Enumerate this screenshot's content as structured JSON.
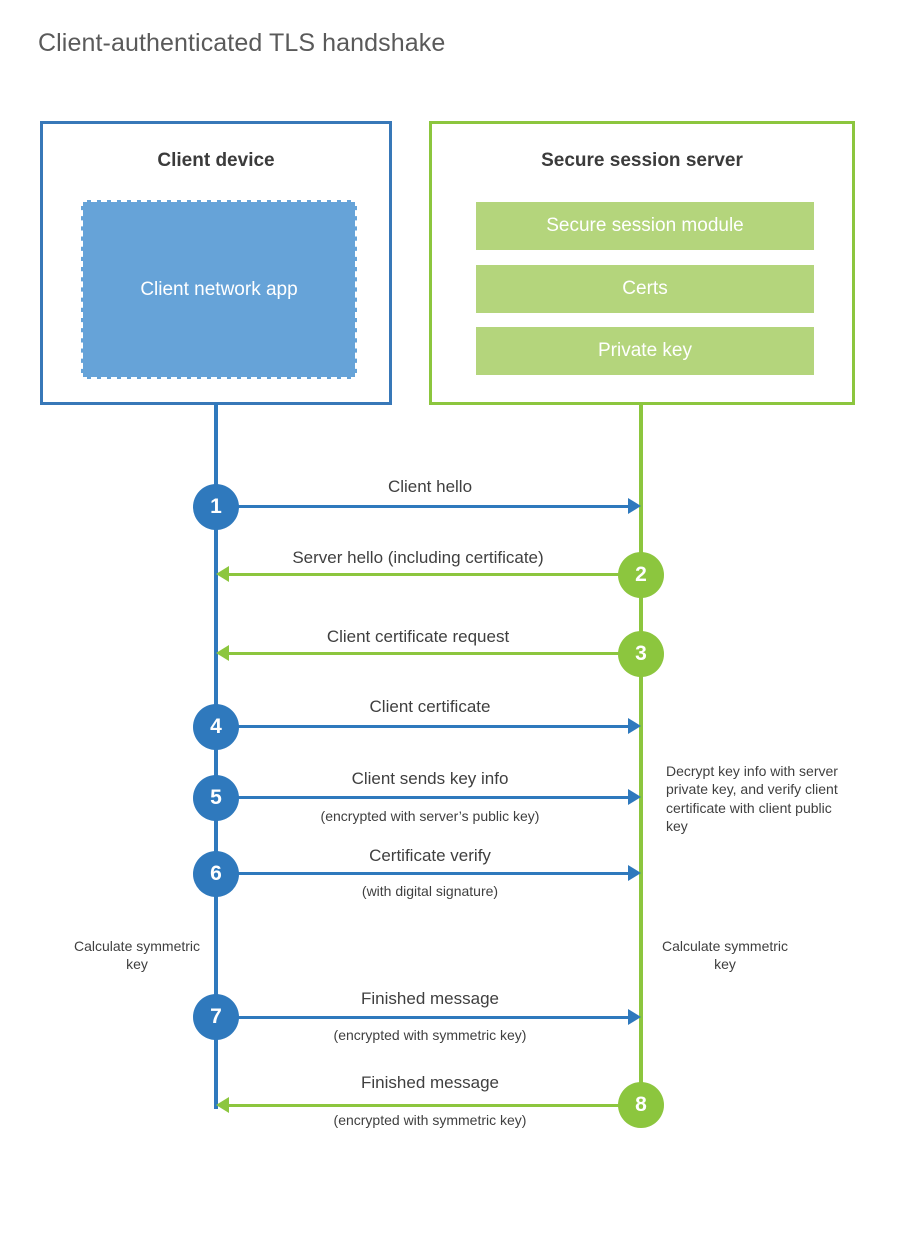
{
  "diagram": {
    "title": "Client-authenticated TLS handshake",
    "type": "sequence-diagram",
    "colors": {
      "client_blue": "#2f79bd",
      "client_app_fill": "#66a3d8",
      "server_green": "#8cc63e",
      "server_bar_fill": "#b4d57c",
      "title_gray": "#5a5a5a",
      "text_dark": "#3f3f3f",
      "background": "#ffffff"
    }
  },
  "participants": {
    "client": {
      "title": "Client device",
      "app_label": "Client network app"
    },
    "server": {
      "title": "Secure session server",
      "components": [
        "Secure session module",
        "Certs",
        "Private key"
      ]
    }
  },
  "steps": [
    {
      "number": "1",
      "label": "Client hello",
      "sub": "",
      "from": "client",
      "to": "server",
      "direction": "right",
      "color": "blue"
    },
    {
      "number": "2",
      "label": "Server hello (including certificate)",
      "sub": "",
      "from": "server",
      "to": "client",
      "direction": "left",
      "color": "green"
    },
    {
      "number": "3",
      "label": "Client certificate request",
      "sub": "",
      "from": "server",
      "to": "client",
      "direction": "left",
      "color": "green"
    },
    {
      "number": "4",
      "label": "Client certificate",
      "sub": "",
      "from": "client",
      "to": "server",
      "direction": "right",
      "color": "blue"
    },
    {
      "number": "5",
      "label": "Client sends key info",
      "sub": "(encrypted with server’s public key)",
      "from": "client",
      "to": "server",
      "direction": "right",
      "color": "blue"
    },
    {
      "number": "6",
      "label": "Certificate verify",
      "sub": "(with digital signature)",
      "from": "client",
      "to": "server",
      "direction": "right",
      "color": "blue"
    },
    {
      "number": "7",
      "label": "Finished message",
      "sub": "(encrypted with symmetric key)",
      "from": "client",
      "to": "server",
      "direction": "right",
      "color": "blue"
    },
    {
      "number": "8",
      "label": "Finished message",
      "sub": "(encrypted with symmetric key)",
      "from": "server",
      "to": "client",
      "direction": "left",
      "color": "green"
    }
  ],
  "notes": {
    "server_decrypt": "Decrypt key info with server private key, and verify client certificate with client public key",
    "client_calculate": "Calculate symmetric key",
    "server_calculate": "Calculate symmetric key"
  }
}
